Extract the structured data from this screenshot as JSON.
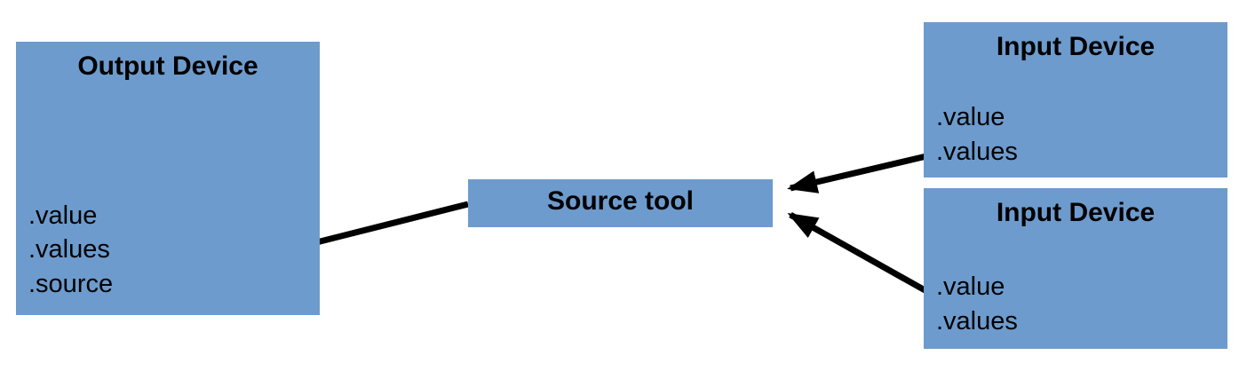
{
  "colors": {
    "node_fill": "#6d9bcd",
    "arrow": "#000000",
    "text": "#000000",
    "background": "#ffffff"
  },
  "diagram": {
    "nodes": {
      "output_device": {
        "title": "Output Device",
        "fields": [
          ".value",
          ".values",
          ".source"
        ]
      },
      "source_tool": {
        "title": "Source tool"
      },
      "input_device_top": {
        "title": "Input Device",
        "fields": [
          ".value",
          ".values"
        ]
      },
      "input_device_bottom": {
        "title": "Input Device",
        "fields": [
          ".value",
          ".values"
        ]
      }
    },
    "edges": [
      {
        "from": "source_tool",
        "to": "output_device.source"
      },
      {
        "from": "input_device_top",
        "to": "source_tool"
      },
      {
        "from": "input_device_bottom",
        "to": "source_tool"
      }
    ]
  }
}
